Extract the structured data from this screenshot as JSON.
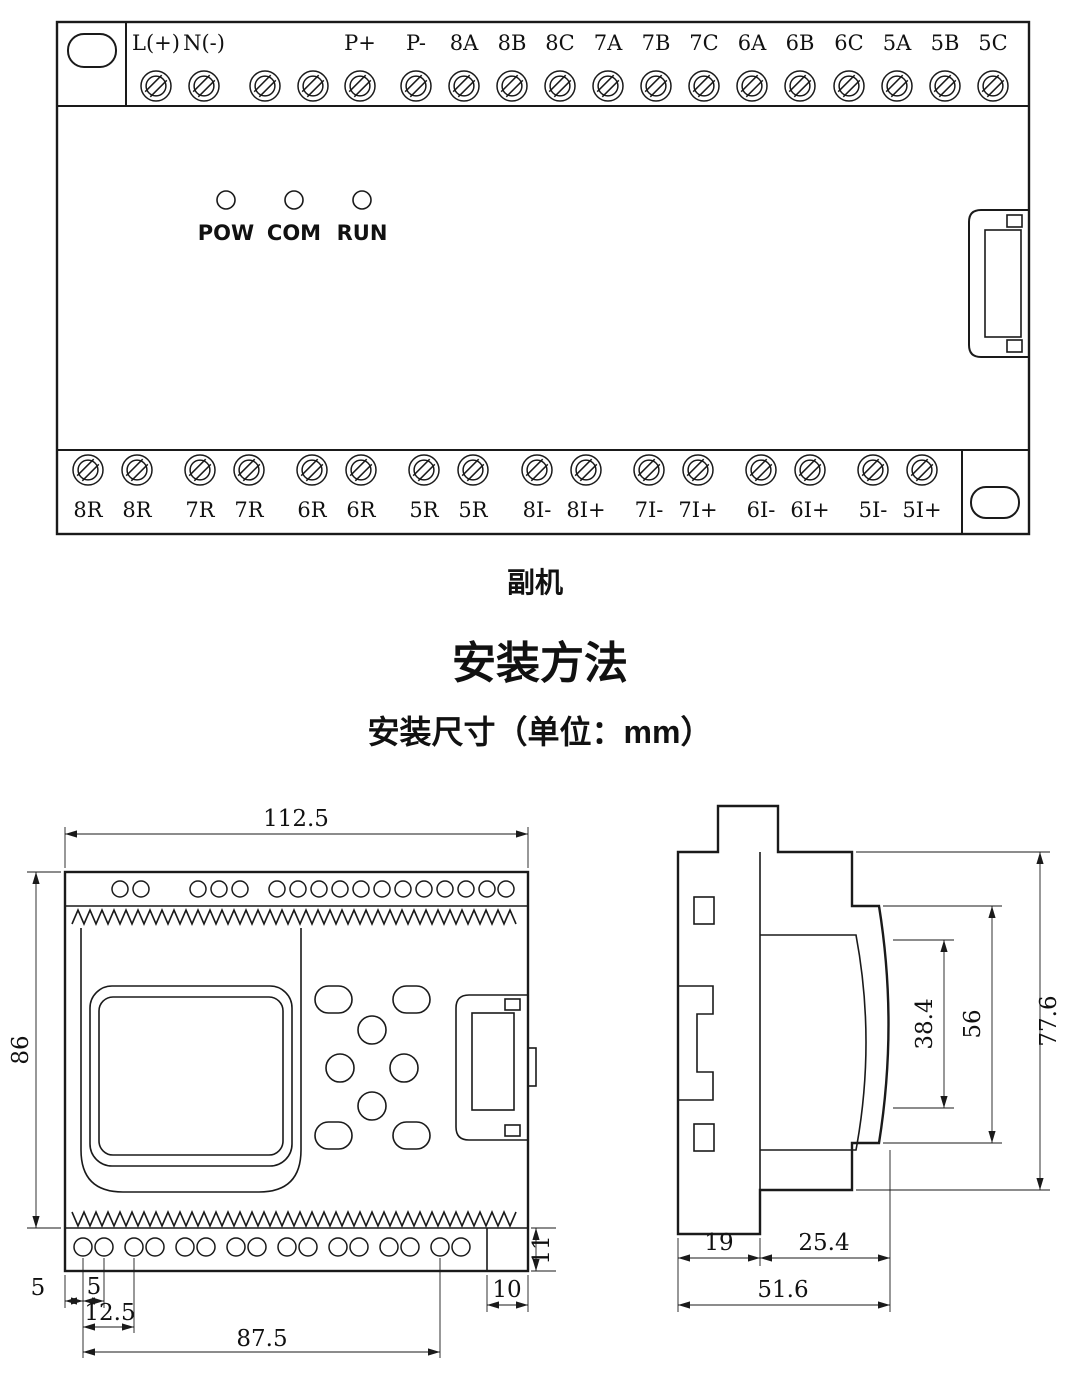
{
  "device": {
    "caption": "副机",
    "top_labels": [
      "L(+)",
      "N(-)",
      "P+",
      "P-",
      "8A",
      "8B",
      "8C",
      "7A",
      "7B",
      "7C",
      "6A",
      "6B",
      "6C",
      "5A",
      "5B",
      "5C"
    ],
    "led_labels": [
      "POW",
      "COM",
      "RUN"
    ],
    "bottom_labels": [
      "8R",
      "8R",
      "7R",
      "7R",
      "6R",
      "6R",
      "5R",
      "5R",
      "8I-",
      "8I+",
      "7I-",
      "7I+",
      "6I-",
      "6I+",
      "5I-",
      "5I+"
    ]
  },
  "headings": {
    "title": "安装方法",
    "subtitle": "安装尺寸（单位：mm）"
  },
  "front_view": {
    "width_mm": "112.5",
    "height_mm": "86",
    "notch_height_mm": "11",
    "notch_width_mm": "10",
    "offset_mm": "5",
    "hole_gap_mm": "5",
    "pitch_mm": "12.5",
    "hole_span_mm": "87.5"
  },
  "side_view": {
    "inner_height_mm": "38.4",
    "face_height_mm": "56",
    "total_height_mm": "77.6",
    "back_depth_mm": "19",
    "front_depth_mm": "25.4",
    "total_depth_mm": "51.6"
  }
}
